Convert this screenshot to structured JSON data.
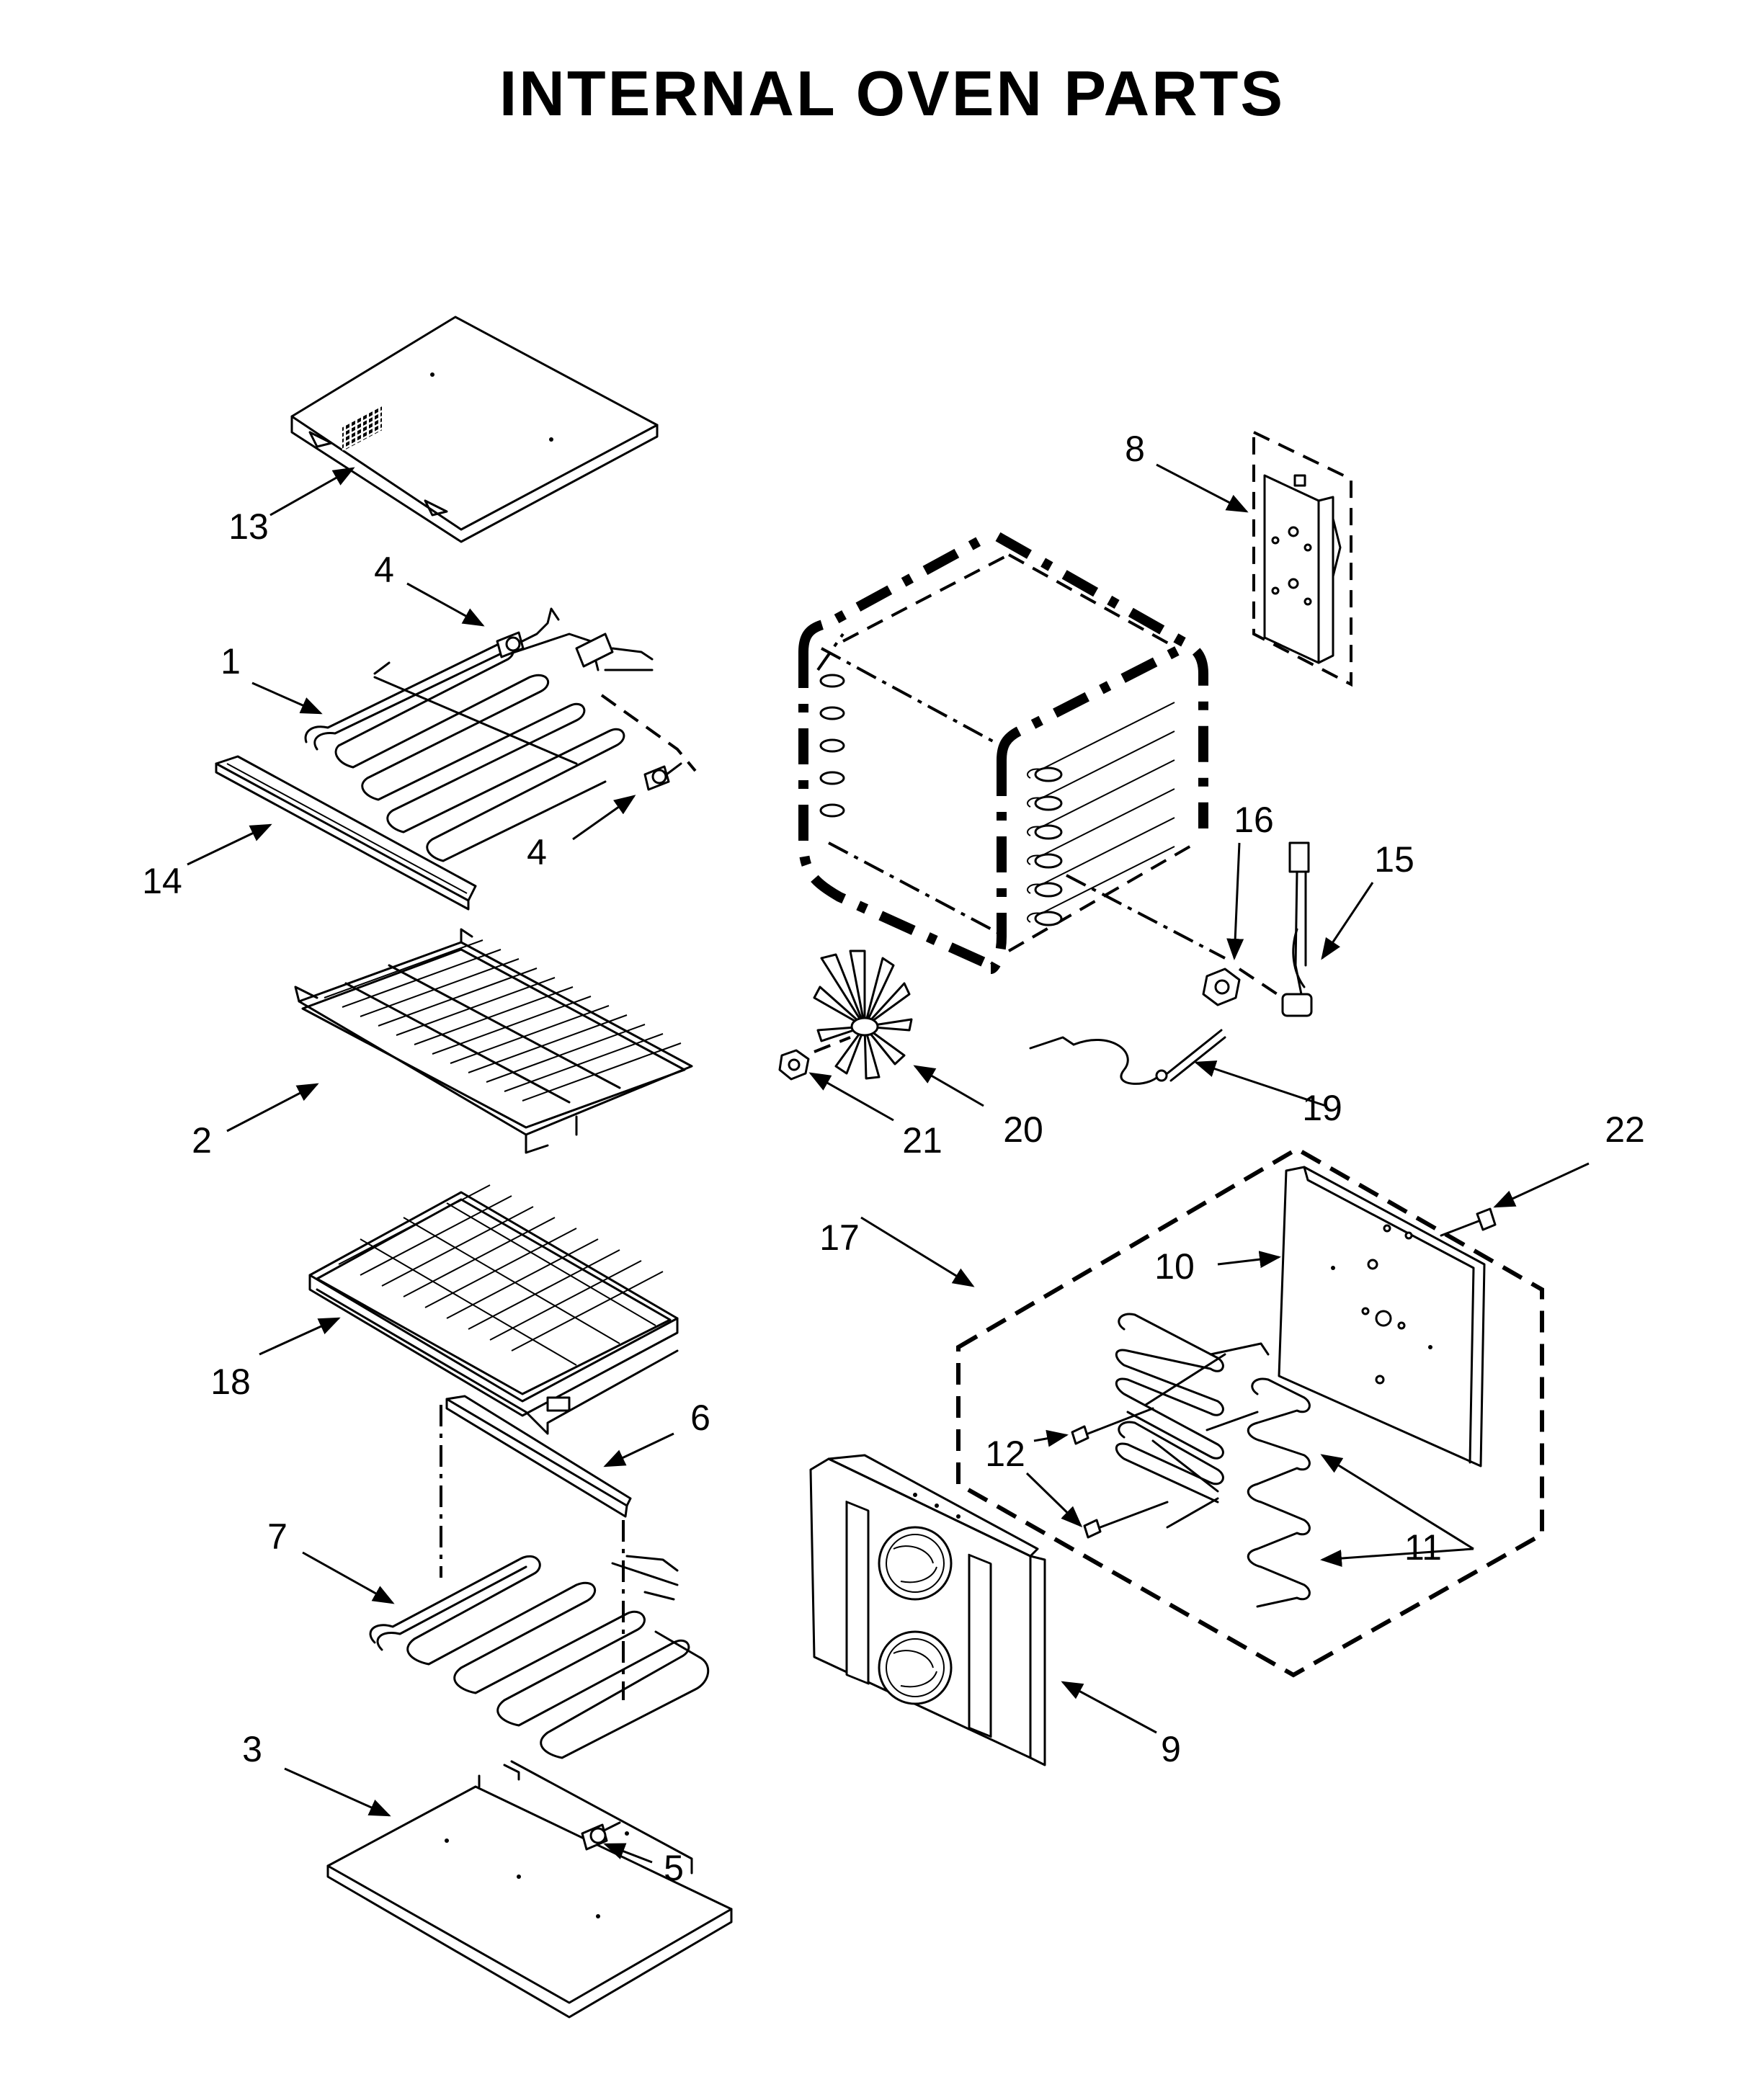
{
  "title": "INTERNAL OVEN PARTS",
  "callouts": [
    {
      "id": "c1",
      "label": "1"
    },
    {
      "id": "c2",
      "label": "2"
    },
    {
      "id": "c3",
      "label": "3"
    },
    {
      "id": "c4a",
      "label": "4"
    },
    {
      "id": "c4b",
      "label": "4"
    },
    {
      "id": "c5",
      "label": "5"
    },
    {
      "id": "c6",
      "label": "6"
    },
    {
      "id": "c7",
      "label": "7"
    },
    {
      "id": "c8",
      "label": "8"
    },
    {
      "id": "c9",
      "label": "9"
    },
    {
      "id": "c10",
      "label": "10"
    },
    {
      "id": "c11",
      "label": "11"
    },
    {
      "id": "c12",
      "label": "12"
    },
    {
      "id": "c13",
      "label": "13"
    },
    {
      "id": "c14",
      "label": "14"
    },
    {
      "id": "c15",
      "label": "15"
    },
    {
      "id": "c16",
      "label": "16"
    },
    {
      "id": "c17",
      "label": "17"
    },
    {
      "id": "c18",
      "label": "18"
    },
    {
      "id": "c19",
      "label": "19"
    },
    {
      "id": "c20",
      "label": "20"
    },
    {
      "id": "c21",
      "label": "21"
    },
    {
      "id": "c22",
      "label": "22"
    }
  ]
}
